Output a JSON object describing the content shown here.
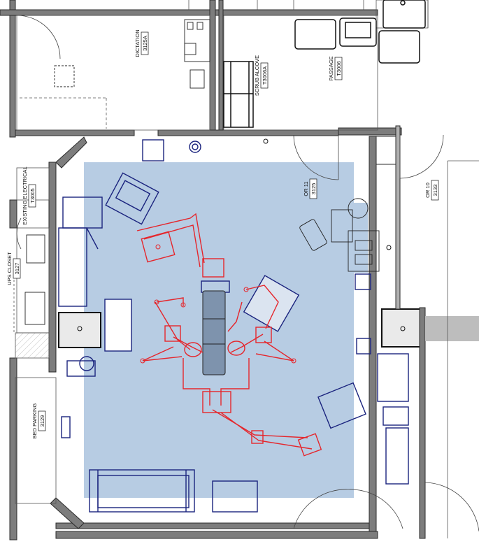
{
  "colors": {
    "or_floor": "#b7cce3",
    "fixed_equipment": "#1a237e",
    "robot_arms": "#e5262c",
    "walls": "#3a3a3a",
    "wall_fill": "#8a8a8a",
    "hatch": "#bdbdbd"
  },
  "rooms": [
    {
      "id": "dictation",
      "name": "DICTATION",
      "number": "3125A"
    },
    {
      "id": "scrub-alcove",
      "name": "SCRUB ALCOVE",
      "number": "T3006A"
    },
    {
      "id": "passage",
      "name": "PASSAGE",
      "number": "T3006"
    },
    {
      "id": "or-11",
      "name": "OR 11",
      "number": "3125"
    },
    {
      "id": "or-10",
      "name": "OR 10",
      "number": "3133"
    },
    {
      "id": "existing-electrical",
      "name": "EXISTING ELECTRICAL",
      "number": "T3005"
    },
    {
      "id": "ups-closet",
      "name": "UPS CLOSET",
      "number": "3127"
    },
    {
      "id": "bed-parking",
      "name": "BED PARKING",
      "number": "3129"
    }
  ]
}
